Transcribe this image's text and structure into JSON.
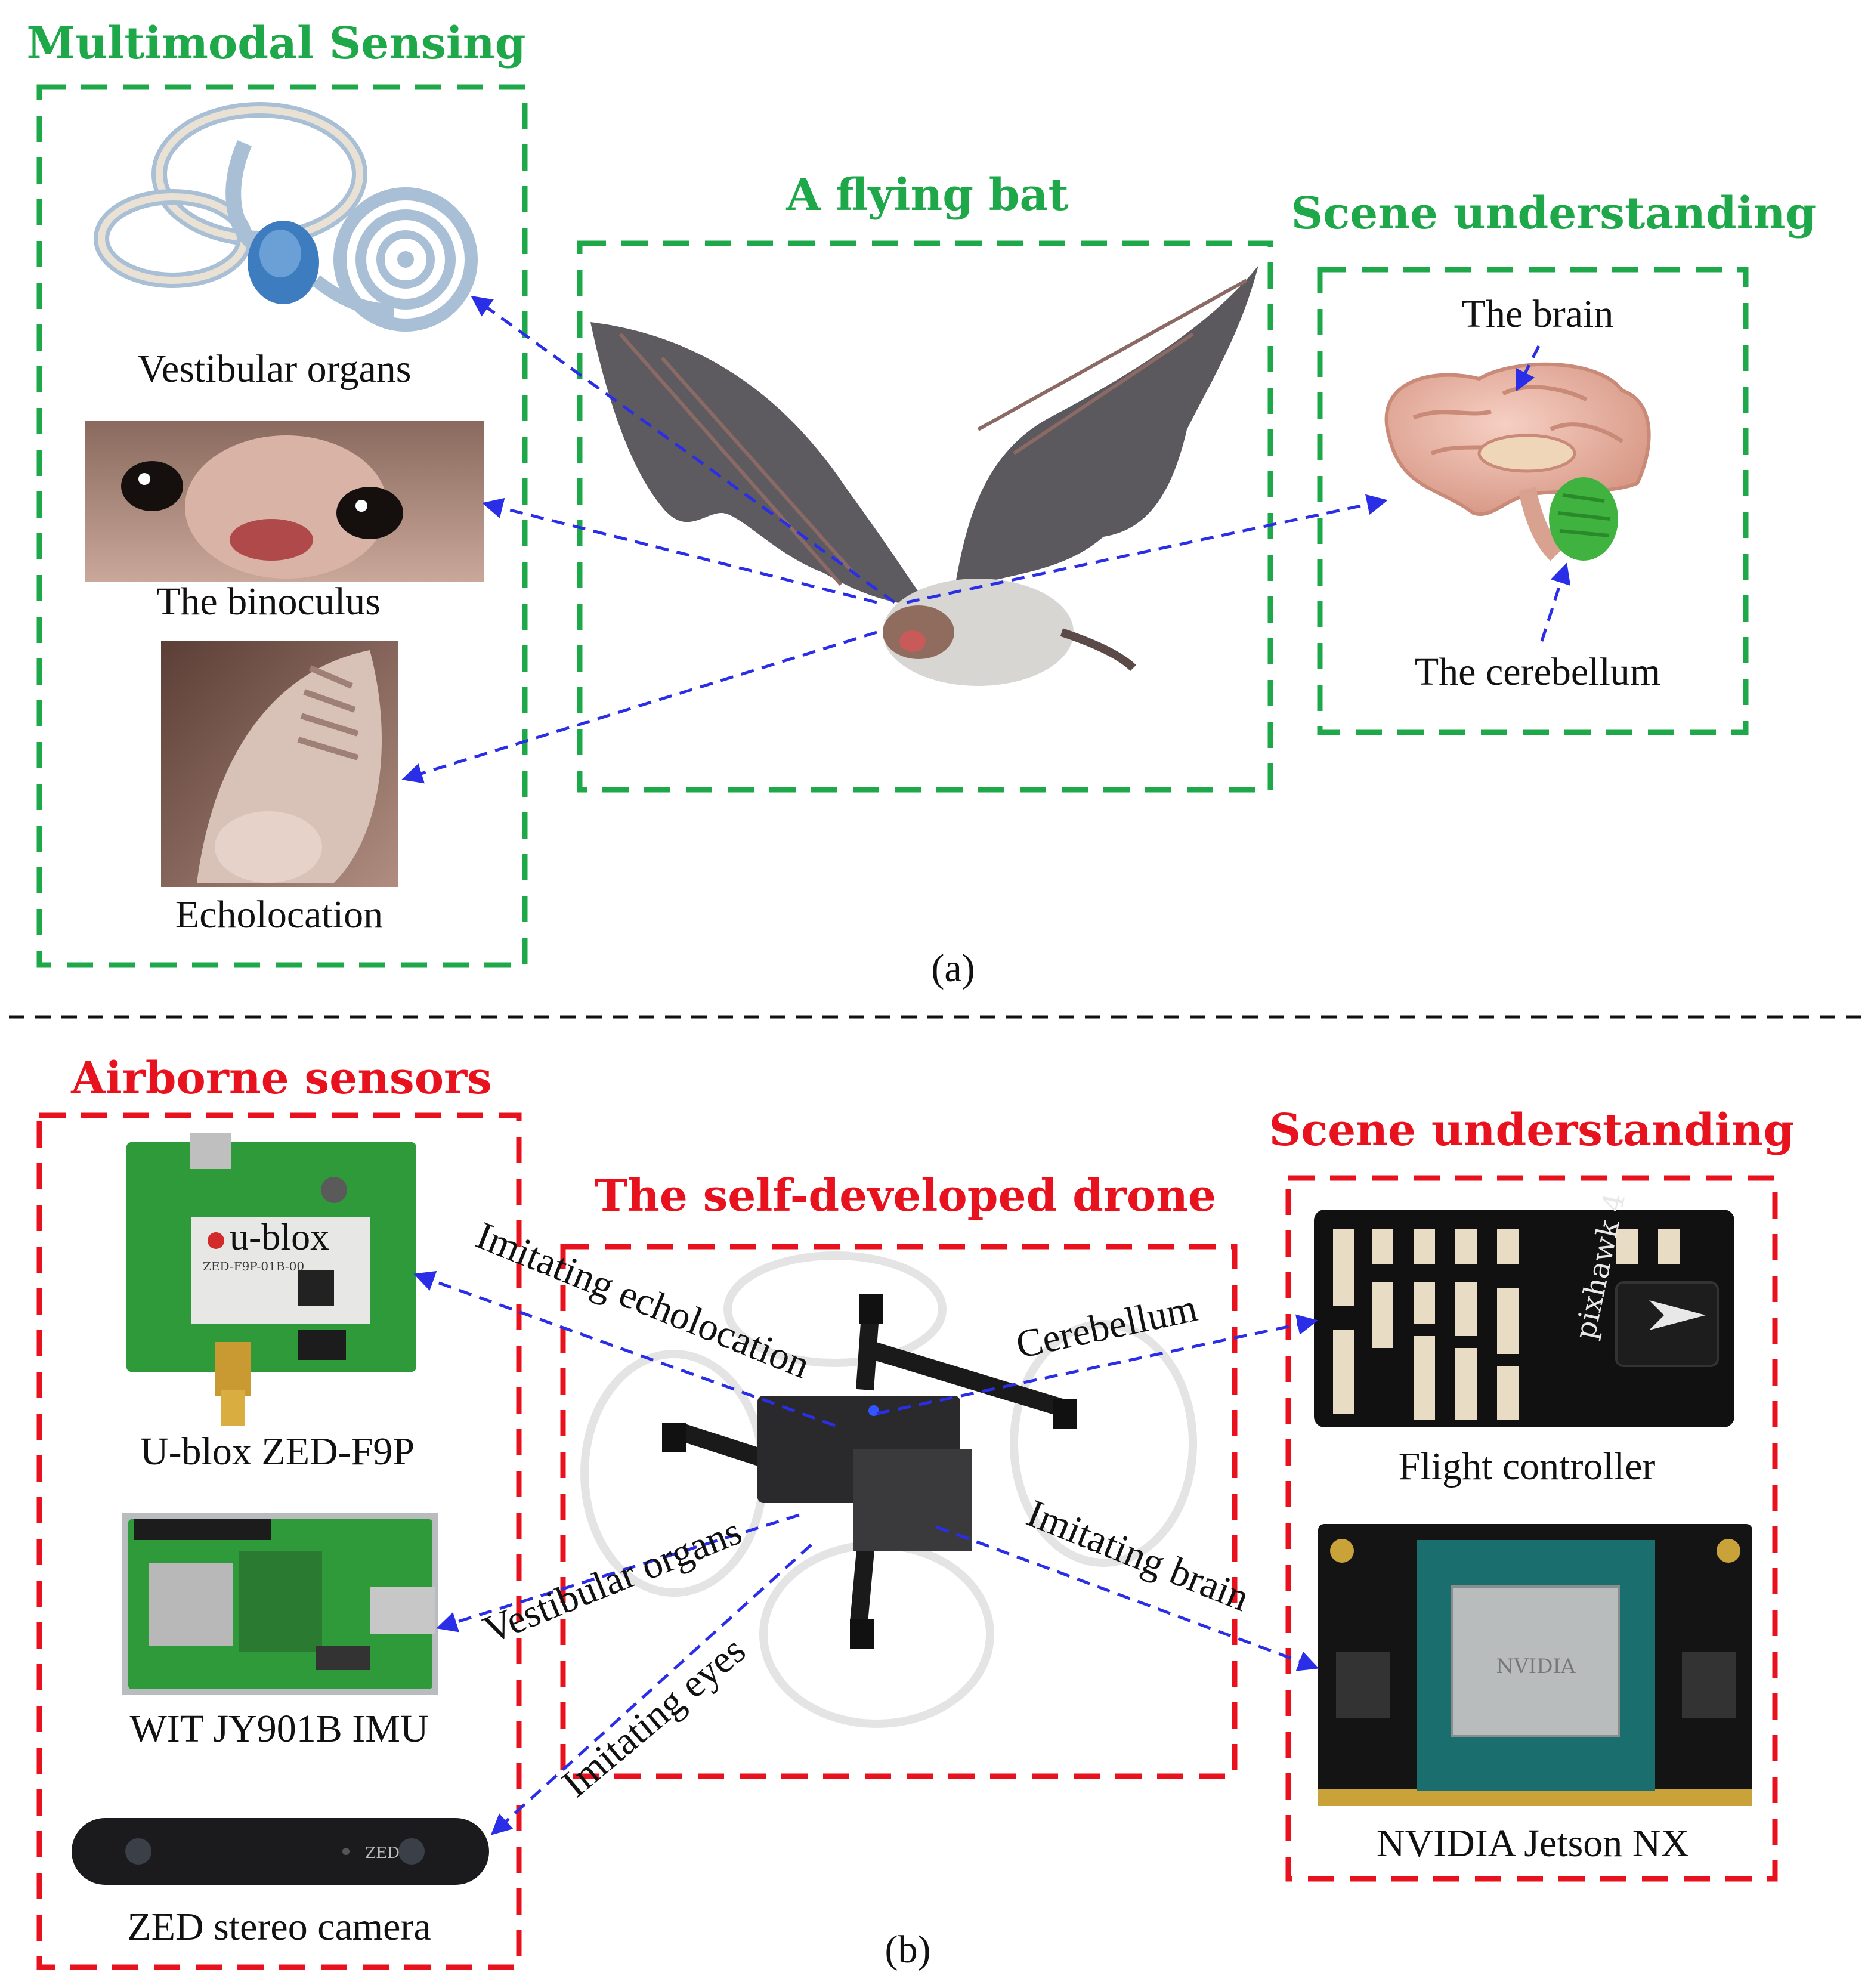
{
  "part_a": {
    "titles": {
      "multimodal": "Multimodal Sensing",
      "bat": "A flying bat",
      "scene": "Scene understanding"
    },
    "labels": {
      "vestibular": "Vestibular organs",
      "binoculus": "The binoculus",
      "echolocation": "Echolocation",
      "brain": "The brain",
      "cerebellum": "The cerebellum"
    },
    "caption": "(a)"
  },
  "part_b": {
    "titles": {
      "airborne": "Airborne sensors",
      "drone": "The self-developed drone",
      "scene": "Scene understanding"
    },
    "labels": {
      "ublox": "U-blox ZED-F9P",
      "imu": "WIT JY901B IMU",
      "zed": "ZED stereo camera",
      "flight": "Flight controller",
      "jetson": "NVIDIA Jetson NX"
    },
    "arrows": {
      "echo": "Imitating echolocation",
      "cerebellum": "Cerebellum",
      "vestibular": "Vestibular organs",
      "brain": "Imitating brain",
      "eyes": "Imitating eyes"
    },
    "board_text": {
      "ublox_logo": "u-blox",
      "ublox_chip": "ZED-F9P-01B-00",
      "pixhawk": "pixhawk 4",
      "nvidia": "NVIDIA",
      "zed": "ZED"
    },
    "caption": "(b)"
  },
  "colors": {
    "green": "#1fa84a",
    "red": "#e8121e",
    "arrow": "#2a2ee6"
  }
}
